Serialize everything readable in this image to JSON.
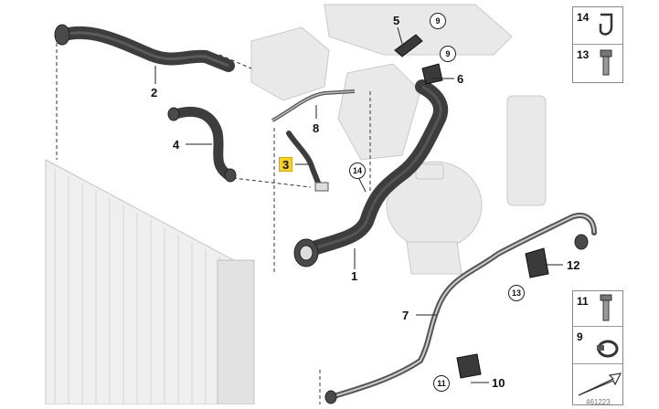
{
  "callouts": {
    "c1": "1",
    "c2": "2",
    "c3": "3",
    "c4": "4",
    "c5": "5",
    "c6": "6",
    "c7": "7",
    "c8": "8",
    "c10": "10",
    "c12": "12"
  },
  "circled": {
    "k9a": "9",
    "k9b": "9",
    "k14": "14",
    "k13": "13",
    "k11": "11"
  },
  "legend_top": {
    "items": [
      "14",
      "13"
    ]
  },
  "legend_bottom": {
    "items": [
      "11",
      "9"
    ]
  },
  "reference_number": "461223",
  "colors": {
    "hose": "#3d3d3d",
    "line": "#222222",
    "ghost": "#cfcfcf",
    "highlight": "#f7d417"
  }
}
